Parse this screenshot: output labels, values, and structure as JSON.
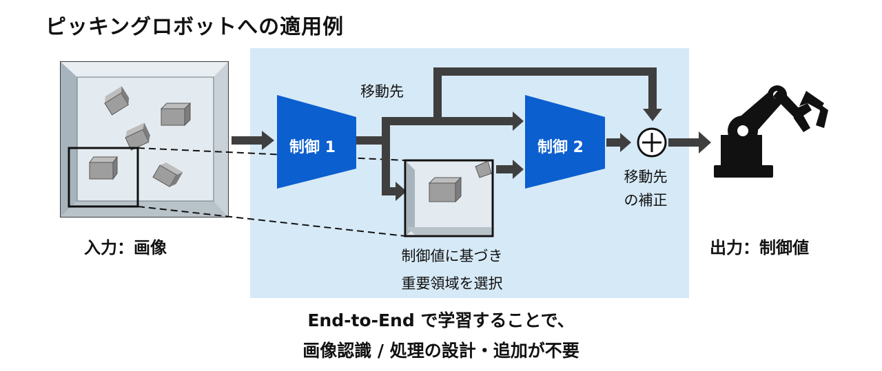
{
  "title": "ピッキングロボットへの適用例",
  "labels": {
    "input": "入力：画像",
    "output": "出力：制御値",
    "move_target": "移動先",
    "correction_line1": "移動先",
    "correction_line2": "の補正",
    "selection_line1": "制御値に基づき",
    "selection_line2": "重要領域を選択",
    "control1": "制御 1",
    "control2": "制御 2"
  },
  "footer": {
    "line1": "End-to-End で学習することで、",
    "line2": "画像認識 / 処理の設計・追加が不要"
  },
  "colors": {
    "panel": "#d6e9f6",
    "control_block": "#0b5fcf",
    "arrow": "#3f3f3f",
    "box": "#9e9e9e"
  },
  "icons": {
    "plus": "circle-plus-icon",
    "robot": "robot-arm-icon"
  }
}
